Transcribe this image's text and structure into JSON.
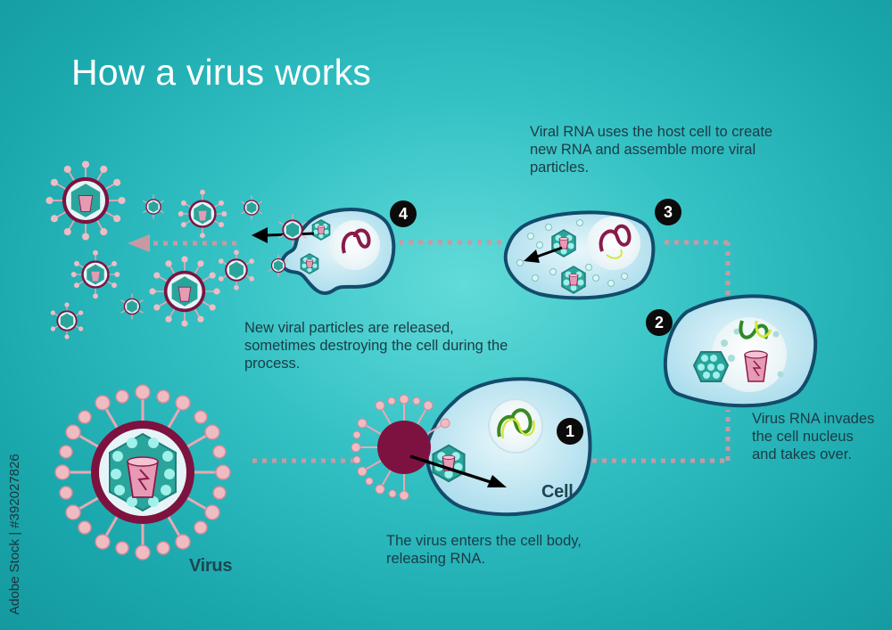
{
  "title": "How a virus works",
  "steps": [
    {
      "number": "1",
      "caption": "The virus enters the cell body, releasing RNA."
    },
    {
      "number": "2",
      "caption": "Virus RNA invades the cell nucleus and takes over."
    },
    {
      "number": "3",
      "caption": "Viral RNA uses the host cell to create new RNA and assemble more viral particles."
    },
    {
      "number": "4",
      "caption": "New viral particles are released, sometimes destroying the cell during the process."
    }
  ],
  "labels": {
    "virus": "Virus",
    "cell": "Cell"
  },
  "image_id_text": "Adobe Stock | #392027826",
  "colors": {
    "background": "#34c1c4",
    "cell_fill": "#bfe6f2",
    "cell_outline": "#134b6b",
    "virus_body": "#7d1240",
    "spike": "#e8a9b3",
    "capsid": "#2aa59c",
    "rna": "#8a1a4a"
  }
}
